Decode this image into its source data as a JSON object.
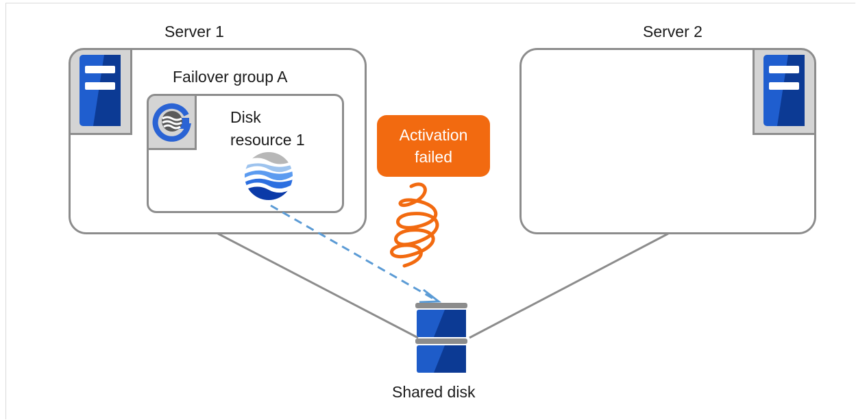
{
  "servers": [
    {
      "label": "Server 1"
    },
    {
      "label": "Server 2"
    }
  ],
  "failover_group": {
    "label": "Failover group A"
  },
  "disk_resource": {
    "label": "Disk\nresource 1"
  },
  "status": {
    "label": "Activation\nfailed"
  },
  "shared_disk": {
    "label": "Shared disk"
  },
  "icons": [
    "server-icon",
    "server-icon",
    "clusterpro-group-icon",
    "disk-resource-icon",
    "shared-disk-icon",
    "coil-icon",
    "dashed-arrow"
  ],
  "colors": {
    "box_stroke": "#8c8c8c",
    "server_blue": "#1f5ecf",
    "disk_blue": "#1e5cc9",
    "failure_orange": "#f26a10",
    "arrow_blue": "#5b9bd5"
  }
}
